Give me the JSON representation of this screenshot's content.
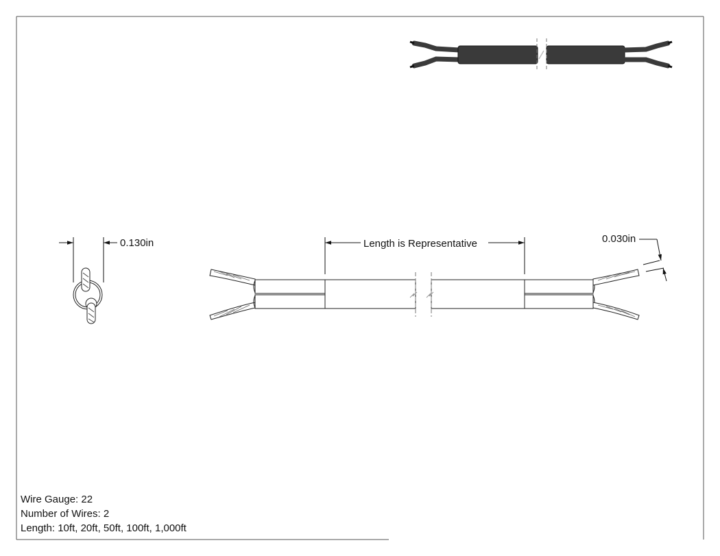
{
  "dimensions": {
    "diameter": "0.130in",
    "length_note": "Length is Representative",
    "insulation": "0.030in"
  },
  "notes": {
    "wire_gauge": "Wire Gauge: 22",
    "number_of_wires": "Number of Wires: 2",
    "length": "Length: 10ft, 20ft, 50ft, 100ft, 1,000ft"
  },
  "colors": {
    "line": "#222222",
    "jacket_iso": "#3a3a3a",
    "background": "#ffffff"
  }
}
